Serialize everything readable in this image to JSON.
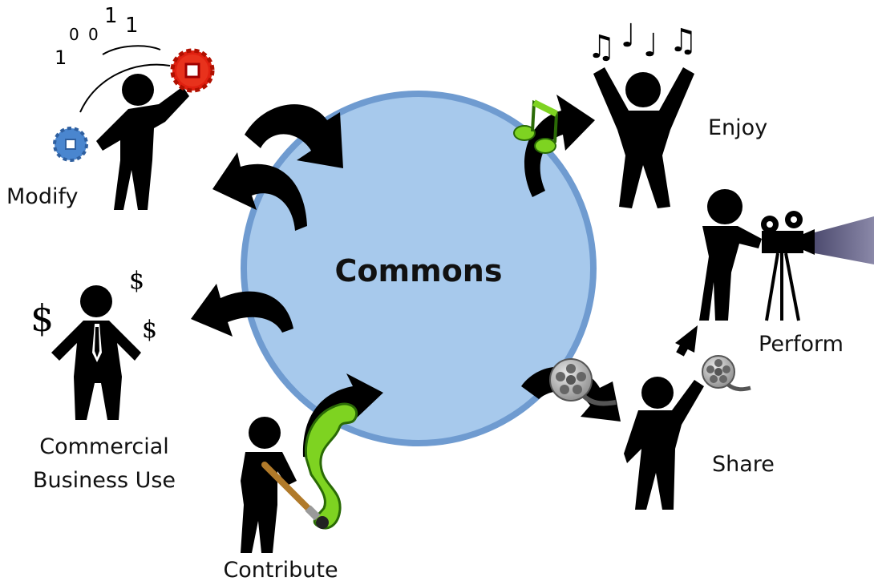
{
  "center": {
    "label": "Commons"
  },
  "labels": {
    "modify": "Modify",
    "commercial_line1": "Commercial",
    "commercial_line2": "Business Use",
    "contribute": "Contribute",
    "enjoy": "Enjoy",
    "perform": "Perform",
    "share": "Share"
  },
  "binary_digits": [
    "1",
    "0",
    "0",
    "1",
    "1"
  ],
  "dollar_signs": [
    "$",
    "$",
    "$"
  ],
  "music_notes": [
    "♫",
    "♩",
    "♩",
    "♫"
  ],
  "colors": {
    "circle_fill": "#a7c9ec",
    "circle_stroke": "#6f9bd0",
    "gear_blue": "#4a86cf",
    "gear_red": "#e02010",
    "green": "#7ed321",
    "projector_beam": "#6e6c8e"
  }
}
